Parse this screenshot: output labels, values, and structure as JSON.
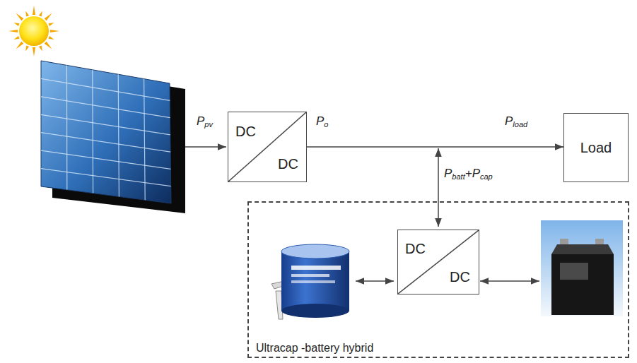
{
  "diagram": {
    "nodes": [
      {
        "text": [
          "DC",
          "DC"
        ]
      },
      {
        "text": [
          "Load"
        ]
      },
      {
        "text": [
          "Ultracap -battery hybrid"
        ]
      },
      {
        "text": [
          "DC",
          "DC"
        ],
        "in": 2
      }
    ],
    "edges": [
      {
        "from": 0,
        "to": 1,
        "arrow": "to"
      }
    ],
    "labels": [
      "Ppv",
      "Po",
      "Pload",
      "Pbatt+Pcap"
    ]
  }
}
